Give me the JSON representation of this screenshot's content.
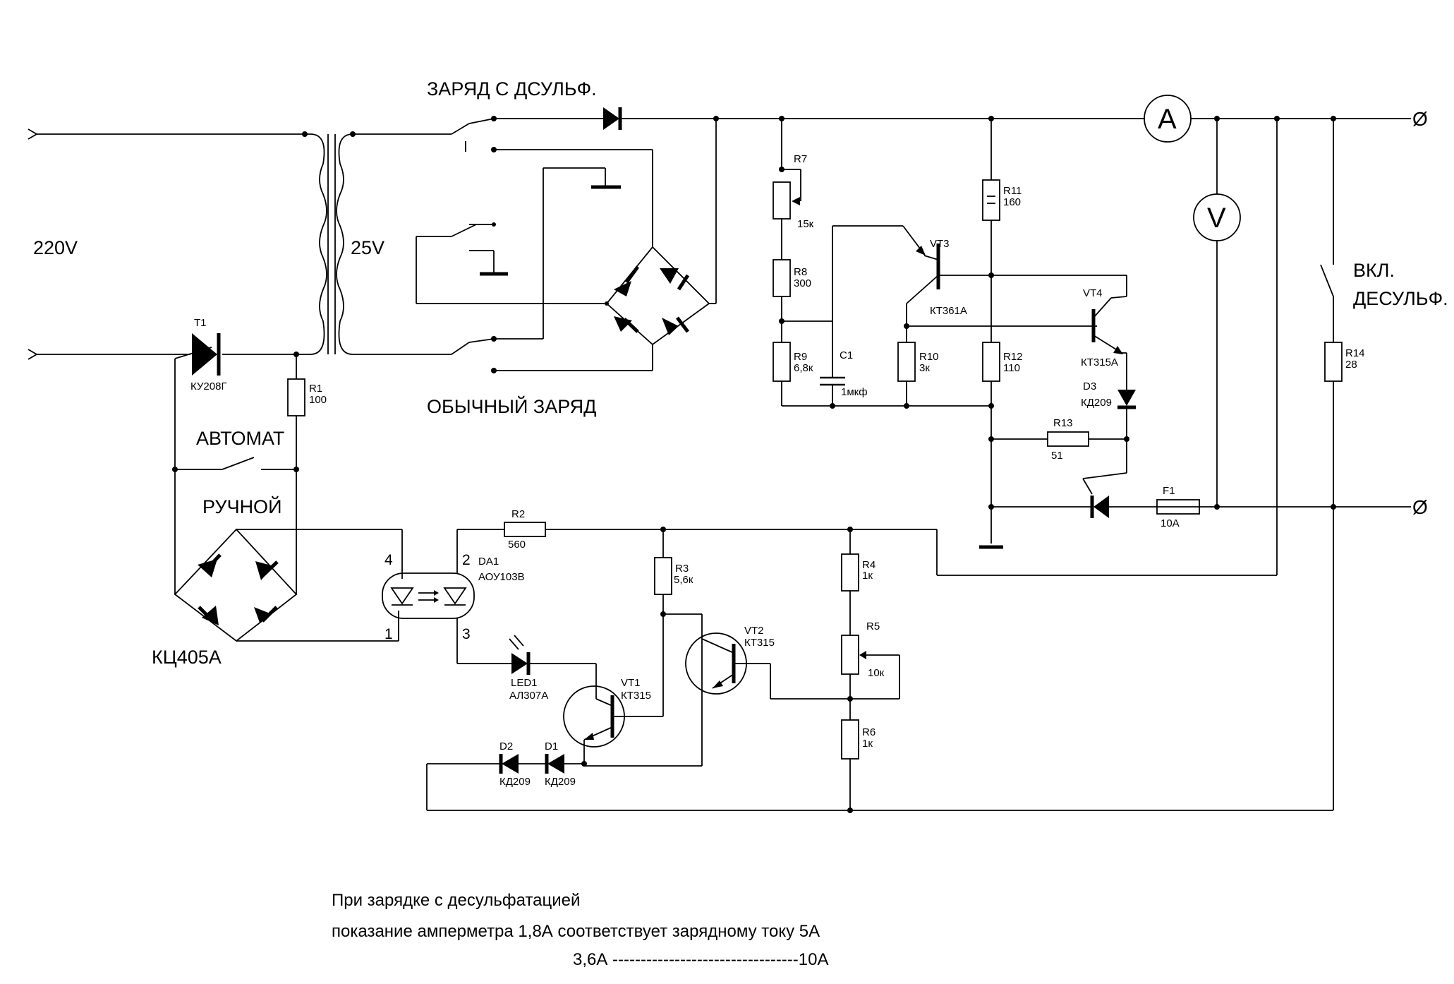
{
  "labels": {
    "input_voltage": "220V",
    "secondary_voltage": "25V",
    "mode_desulf": "ЗАРЯД С ДСУЛЬФ.",
    "mode_normal": "ОБЫЧНЫЙ ЗАРЯД",
    "mode_auto": "АВТОМАТ",
    "mode_manual": "РУЧНОЙ",
    "switch_desulf_line1": "ВКЛ.",
    "switch_desulf_line2": "ДЕСУЛЬФ.",
    "bridge_input": "КЦ405А",
    "ammeter": "A",
    "voltmeter": "V",
    "terminal_plus": "Ø",
    "terminal_minus": "Ø"
  },
  "components": {
    "T1": {
      "ref": "T1",
      "type": "КУ208Г"
    },
    "R1": {
      "ref": "R1",
      "value": "100"
    },
    "R2": {
      "ref": "R2",
      "value": "560"
    },
    "R3": {
      "ref": "R3",
      "value": "5,6к"
    },
    "R4": {
      "ref": "R4",
      "value": "1к"
    },
    "R5": {
      "ref": "R5",
      "value": "10к"
    },
    "R6": {
      "ref": "R6",
      "value": "1к"
    },
    "R7": {
      "ref": "R7",
      "value": "15к"
    },
    "R8": {
      "ref": "R8",
      "value": "300"
    },
    "R9": {
      "ref": "R9",
      "value": "6,8к"
    },
    "R10": {
      "ref": "R10",
      "value": "3к"
    },
    "R11": {
      "ref": "R11",
      "value": "160"
    },
    "R12": {
      "ref": "R12",
      "value": "110"
    },
    "R13": {
      "ref": "R13",
      "value": "51"
    },
    "R14": {
      "ref": "R14",
      "value": "28"
    },
    "C1": {
      "ref": "C1",
      "value": "1мкф"
    },
    "VT1": {
      "ref": "VT1",
      "type": "КТ315"
    },
    "VT2": {
      "ref": "VT2",
      "type": "КТ315"
    },
    "VT3": {
      "ref": "VT3",
      "type": "КТ361А"
    },
    "VT4": {
      "ref": "VT4",
      "type": "КТ315А"
    },
    "D1": {
      "ref": "D1",
      "type": "КД209"
    },
    "D2": {
      "ref": "D2",
      "type": "КД209"
    },
    "D3": {
      "ref": "D3",
      "type": "КД209"
    },
    "LED1": {
      "ref": "LED1",
      "type": "АЛ307А"
    },
    "DA1": {
      "ref": "DA1",
      "type": "АОУ103В",
      "pin1": "1",
      "pin2": "2",
      "pin3": "3",
      "pin4": "4"
    },
    "F1": {
      "ref": "F1",
      "value": "10А"
    }
  },
  "note": {
    "line1": "При зарядке с десульфатацией",
    "line2": "показание амперметра  1,8А соответствует зарядному току 5А",
    "line3": "3,6А  ---------------------------------10А"
  }
}
